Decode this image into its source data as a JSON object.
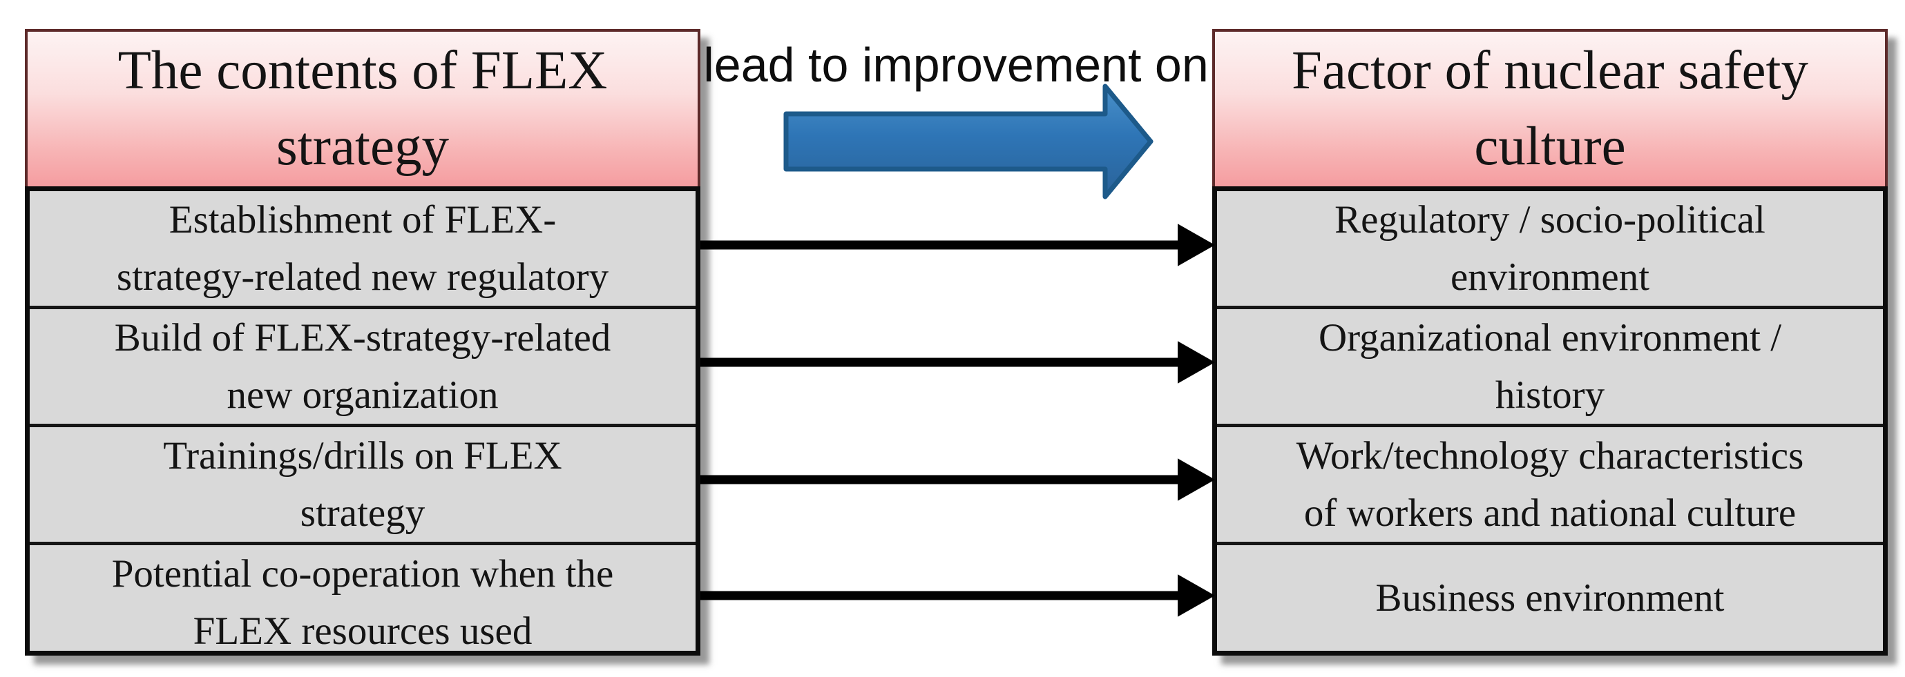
{
  "figure": {
    "connector_label": "lead to improvement on",
    "left_table": {
      "header_lines": [
        "The contents of FLEX",
        "strategy"
      ],
      "header_text": "The contents of FLEX strategy",
      "rows": [
        {
          "lines": [
            "Establishment of FLEX-",
            "strategy-related new regulatory"
          ]
        },
        {
          "lines": [
            "Build of FLEX-strategy-related",
            "new organization"
          ]
        },
        {
          "lines": [
            "Trainings/drills on FLEX",
            "strategy"
          ]
        },
        {
          "lines": [
            "Potential co-operation when the",
            "FLEX resources used"
          ]
        }
      ]
    },
    "right_table": {
      "header_lines": [
        "Factor of nuclear safety",
        "culture"
      ],
      "header_text": "Factor of nuclear safety culture",
      "rows": [
        {
          "lines": [
            "Regulatory / socio-political",
            "environment"
          ]
        },
        {
          "lines": [
            "Organizational environment /",
            "history"
          ]
        },
        {
          "lines": [
            "Work/technology characteristics",
            "of workers and national culture"
          ]
        },
        {
          "lines": [
            "Business environment"
          ]
        }
      ]
    },
    "connections": "each left row maps to the right row at the same position",
    "colors": {
      "header_fill_top": "#fdf3f3",
      "header_fill_bottom": "#f59da0",
      "header_border": "#5d2a2a",
      "row_fill": "#d9d9d9",
      "table_border": "#0c0c0c",
      "text": "#141414",
      "blue_arrow_fill": "#2e75b6",
      "blue_arrow_stroke": "#1d5a8a",
      "black_arrow": "#000000",
      "background": "#ffffff"
    }
  }
}
